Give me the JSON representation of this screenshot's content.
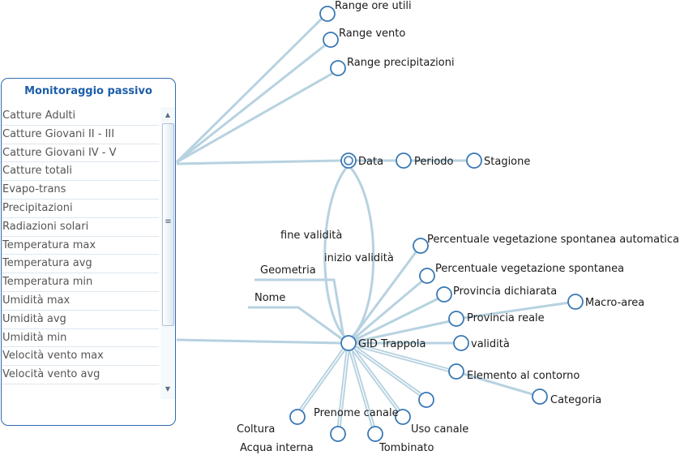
{
  "panel": {
    "title": "Monitoraggio passivo",
    "items": [
      "Catture Adulti",
      "Catture Giovani II - III",
      "Catture Giovani IV - V",
      "Catture totali",
      "Evapo-trans",
      "Precipitazioni",
      "Radiazioni solari",
      "Temperatura max",
      "Temperatura avg",
      "Temperatura min",
      "Umidità max",
      "Umidità avg",
      "Umidità min",
      "Velocità vento max",
      "Velocità vento avg"
    ],
    "scroll_up_icon": "▲",
    "scroll_down_icon": "▼",
    "grip_icon": "≡"
  },
  "graph": {
    "nodes": {
      "range_ore_utili": "Range ore utili",
      "range_vento": "Range vento",
      "range_precipitazioni": "Range precipitazioni",
      "data": "Data",
      "periodo": "Periodo",
      "stagione": "Stagione",
      "gid_trappola": "GID Trappola",
      "perc_veg_auto": "Percentuale vegetazione spontanea automatica",
      "perc_veg": "Percentuale vegetazione spontanea",
      "provincia_dichiarata": "Provincia dichiarata",
      "macro_area": "Macro-area",
      "provincia_reale": "Provincia reale",
      "validita": "validità",
      "elemento_contorno": "Elemento al contorno",
      "categoria": "Categoria",
      "uso_canale": "Uso canale",
      "tombinato": "Tombinato",
      "prenome_canale": "Prenome canale",
      "acqua_interna": "Acqua interna",
      "coltura": "Coltura"
    },
    "edge_labels": {
      "fine_validita": "fine validità",
      "inizio_validita": "inizio validità",
      "geometria": "Geometria",
      "nome": "Nome"
    }
  }
}
